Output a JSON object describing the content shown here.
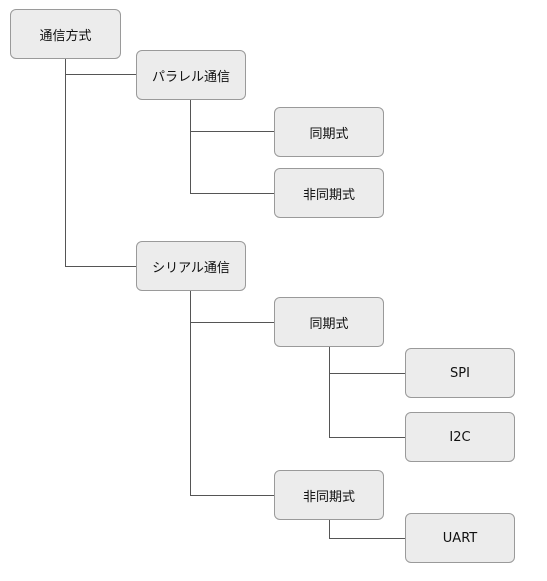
{
  "tree": {
    "root": "通信方式",
    "parallel": {
      "label": "パラレル通信",
      "sync": "同期式",
      "async": "非同期式"
    },
    "serial": {
      "label": "シリアル通信",
      "sync": {
        "label": "同期式",
        "children": [
          "SPI",
          "I2C"
        ]
      },
      "async": {
        "label": "非同期式",
        "children": [
          "UART"
        ]
      }
    }
  }
}
